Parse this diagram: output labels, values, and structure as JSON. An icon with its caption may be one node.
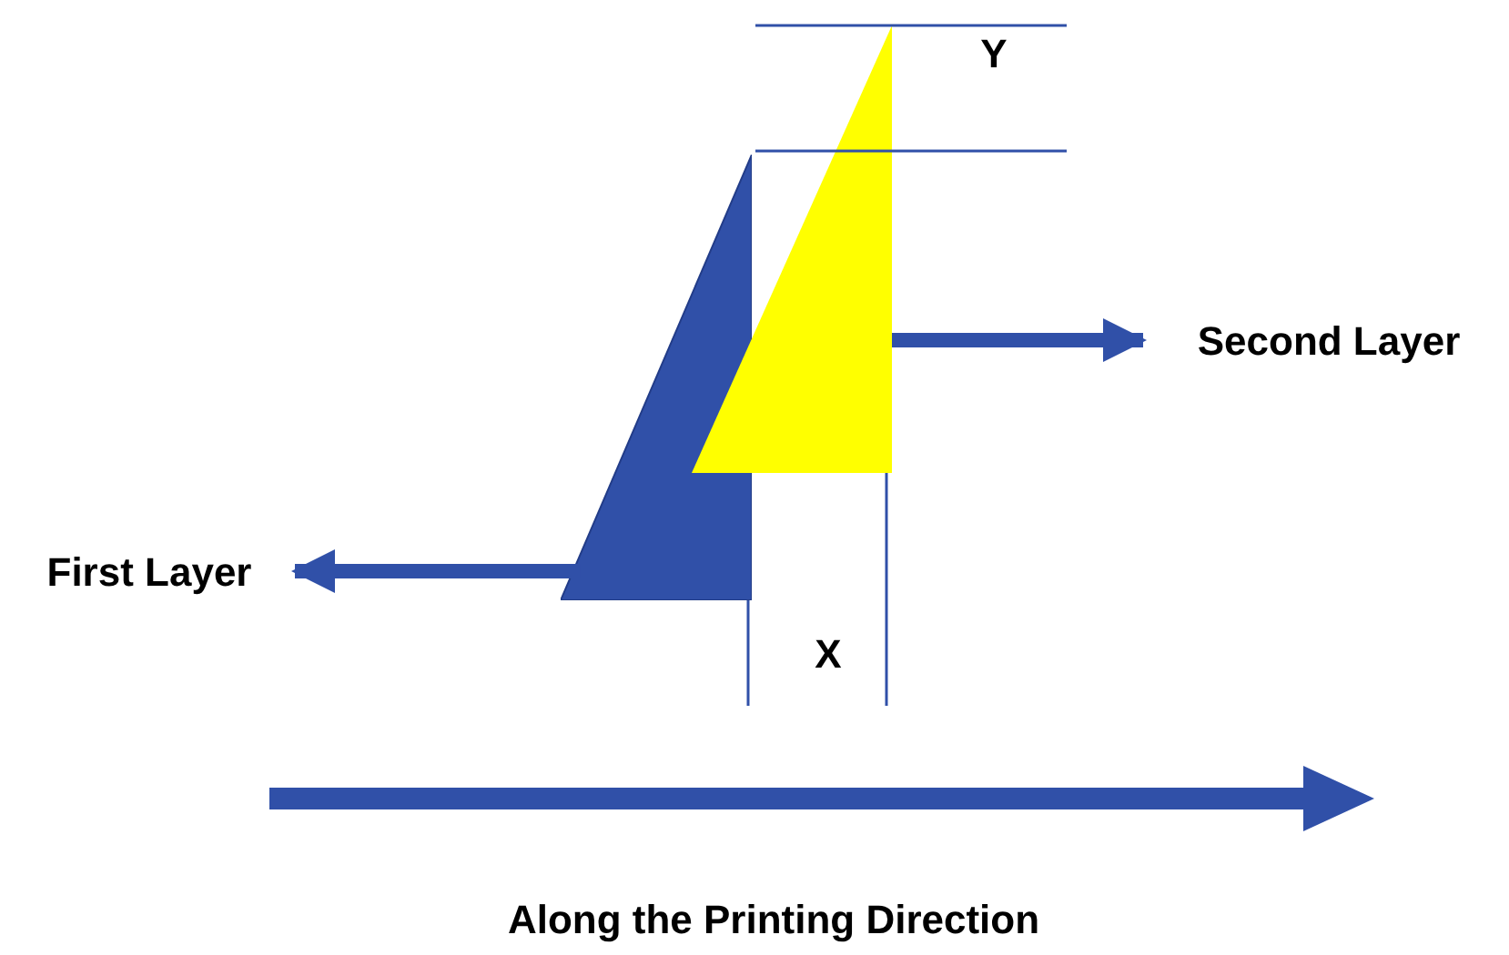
{
  "diagram": {
    "nodes": [
      {
        "text": [],
        "shape": "triangle"
      },
      {
        "text": [],
        "shape": "triangle"
      },
      {
        "text": [
          "Second Layer"
        ]
      },
      {
        "text": [
          "First Layer"
        ]
      }
    ],
    "edges": [
      {
        "from": 1,
        "to": 2,
        "arrow": "to"
      },
      {
        "from": 0,
        "to": 3,
        "arrow": "to"
      }
    ],
    "labels": [
      "Y",
      "X",
      "Along the Printing Direction"
    ]
  }
}
